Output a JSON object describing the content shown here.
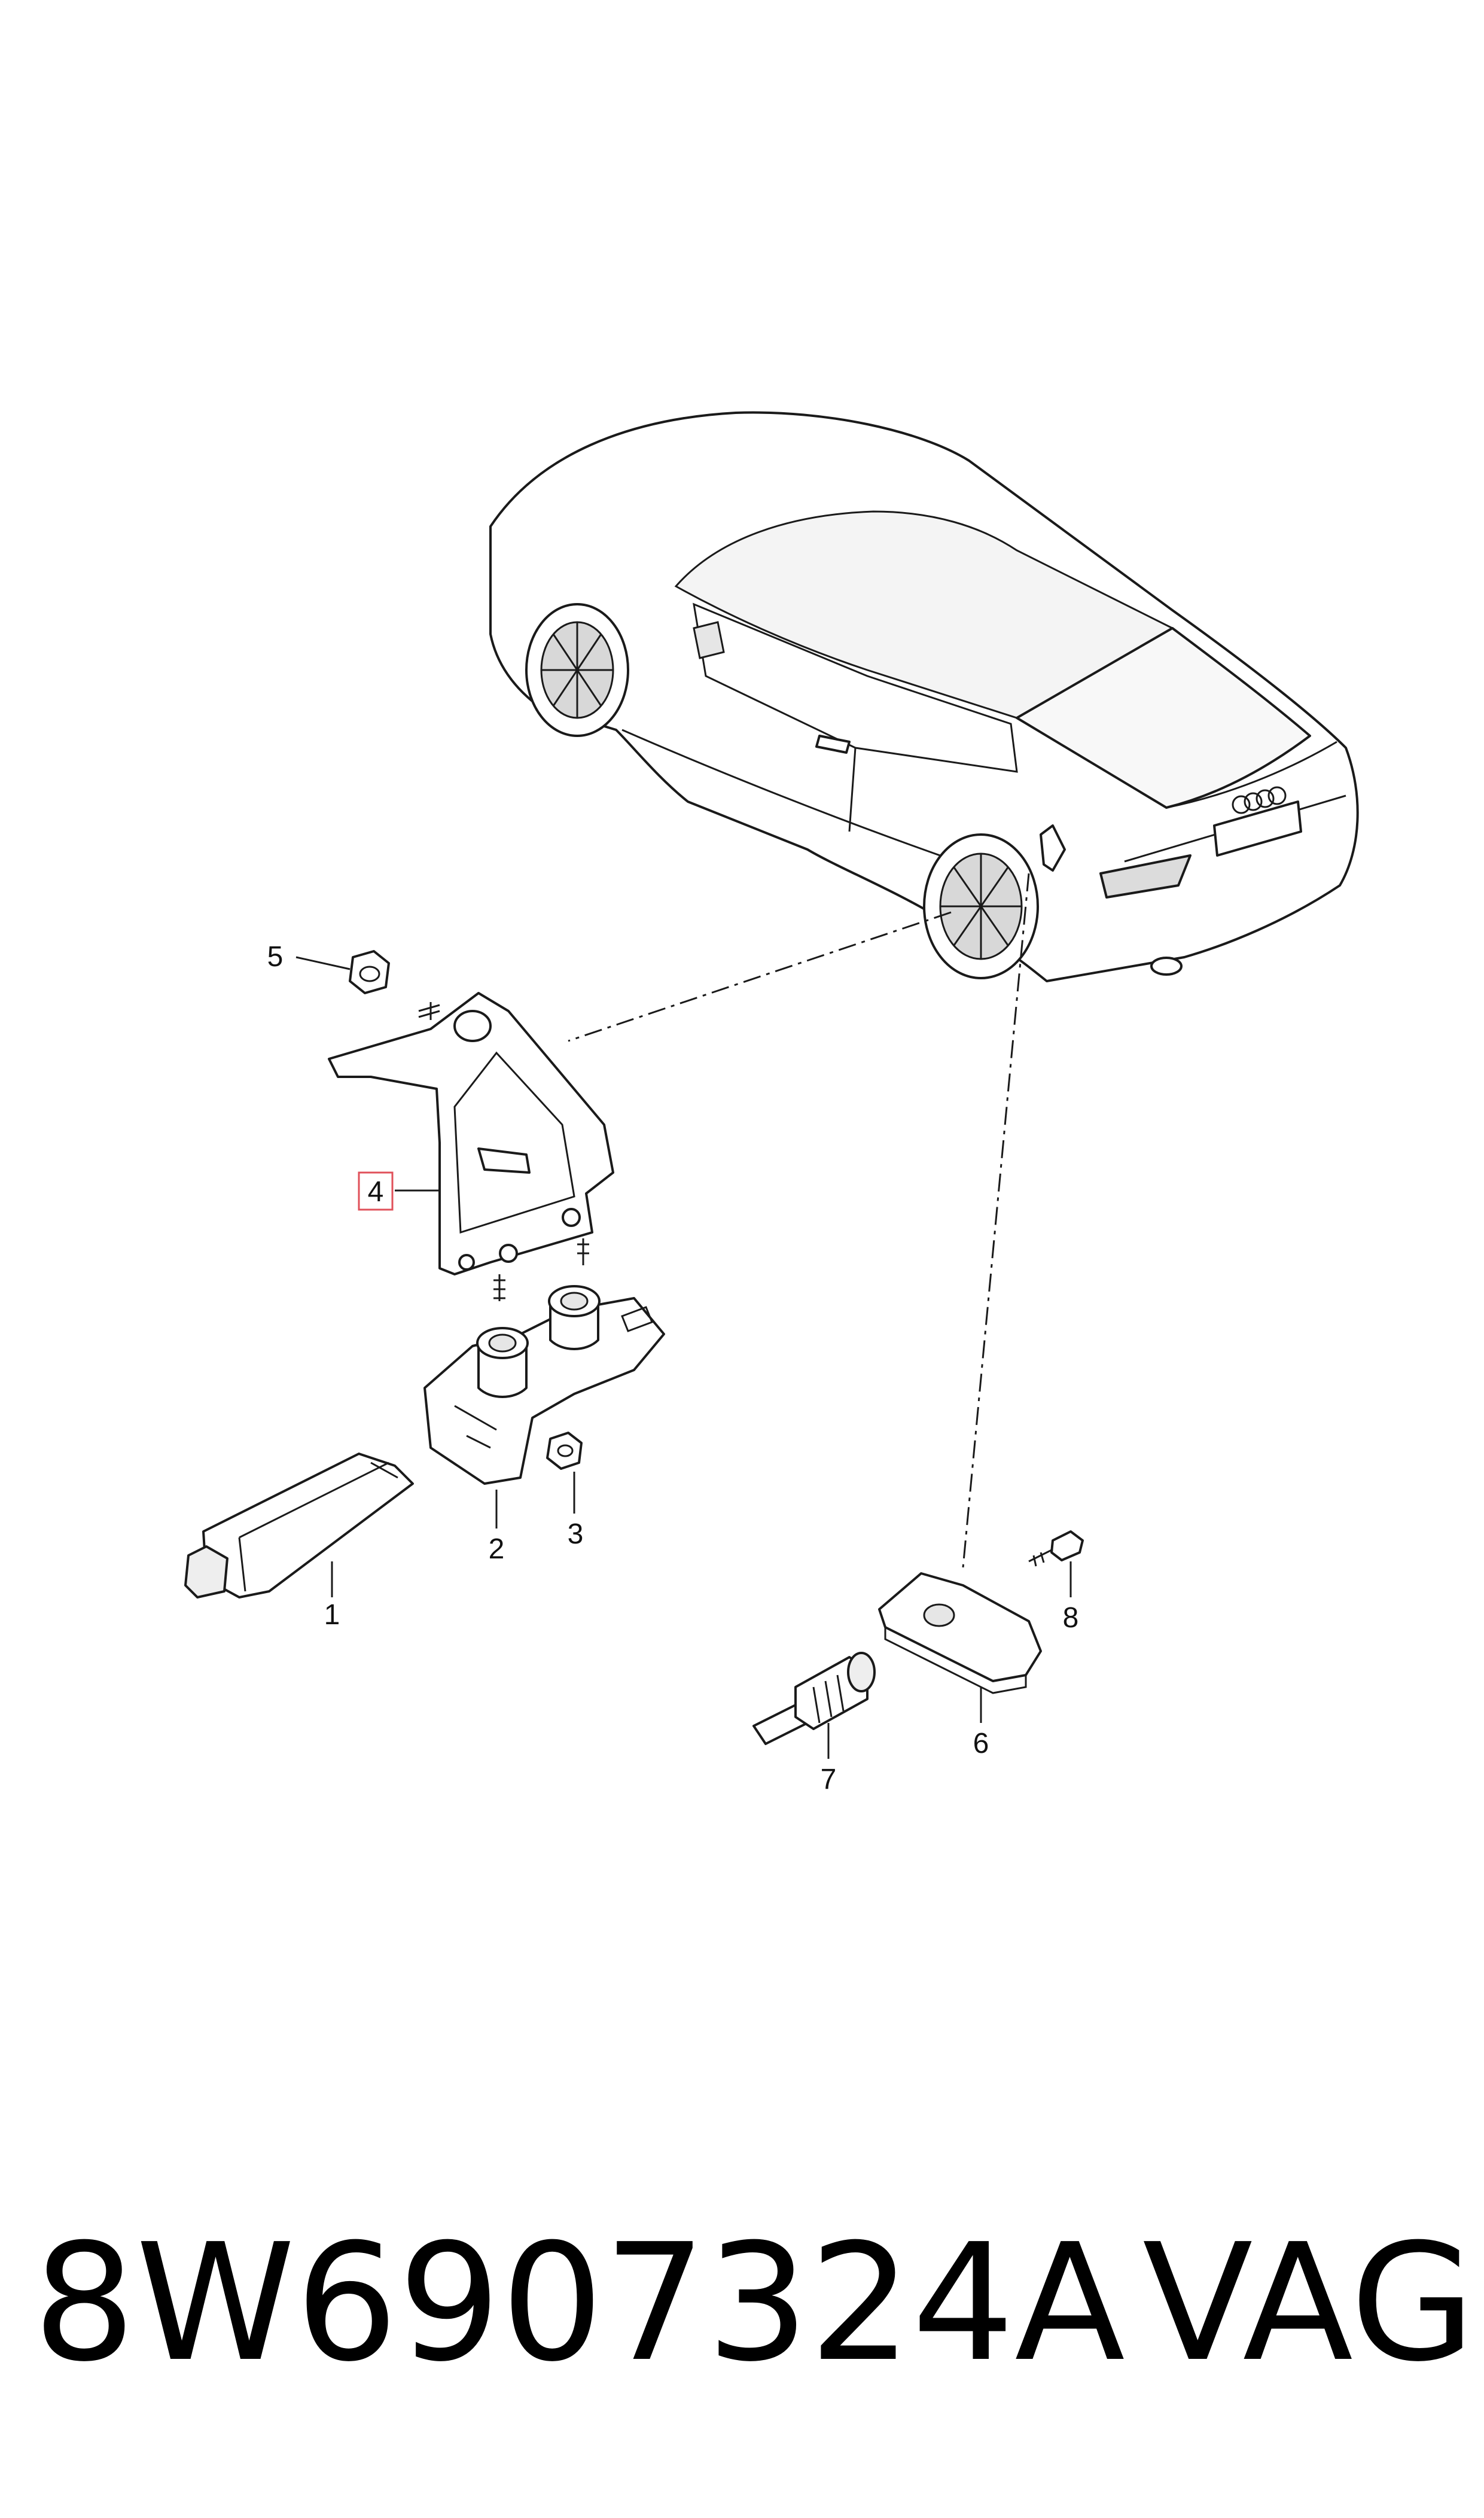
{
  "callouts": [
    {
      "id": "1",
      "label": "1"
    },
    {
      "id": "2",
      "label": "2"
    },
    {
      "id": "3",
      "label": "3"
    },
    {
      "id": "4",
      "label": "4",
      "highlighted": true
    },
    {
      "id": "5",
      "label": "5"
    },
    {
      "id": "6",
      "label": "6"
    },
    {
      "id": "7",
      "label": "7"
    },
    {
      "id": "8",
      "label": "8"
    }
  ],
  "highlight_color": "#e0505a",
  "footer": {
    "part_number": "8W6907324A",
    "brand": "VAG"
  }
}
